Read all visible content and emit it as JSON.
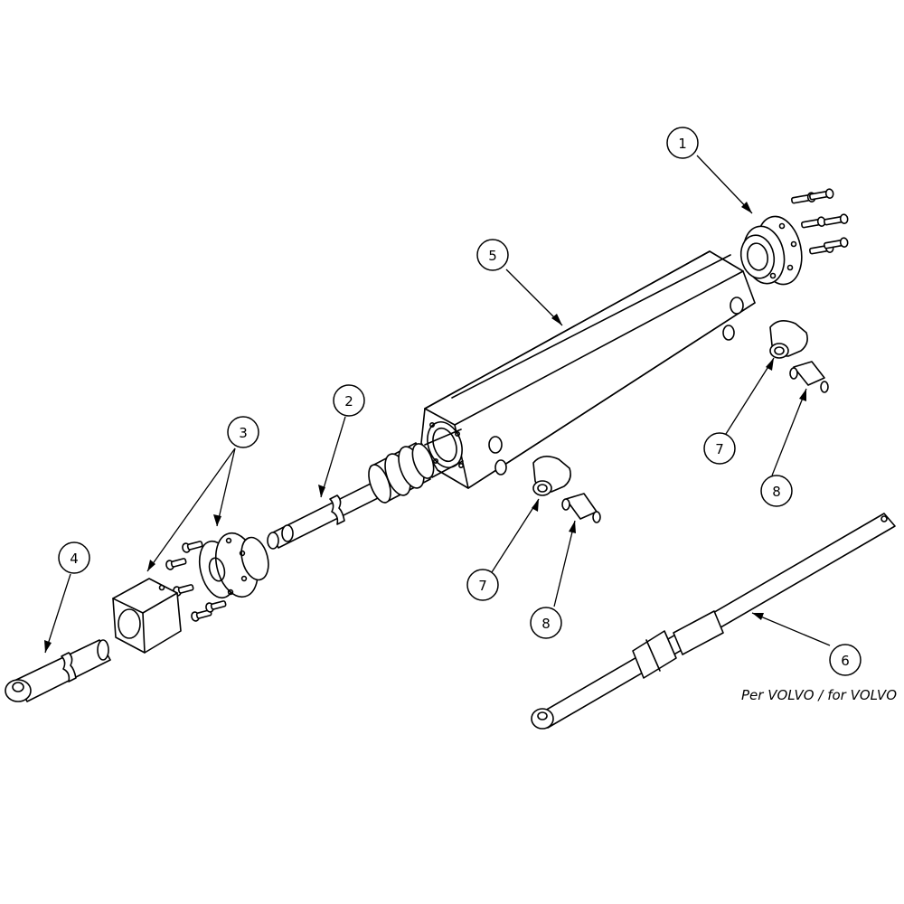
{
  "callouts": [
    {
      "id": "c1",
      "label": "1"
    },
    {
      "id": "c2",
      "label": "2"
    },
    {
      "id": "c3",
      "label": "3"
    },
    {
      "id": "c4",
      "label": "4"
    },
    {
      "id": "c5",
      "label": "5"
    },
    {
      "id": "c6",
      "label": "6"
    },
    {
      "id": "c7a",
      "label": "7"
    },
    {
      "id": "c8a",
      "label": "8"
    },
    {
      "id": "c7b",
      "label": "7"
    },
    {
      "id": "c8b",
      "label": "8"
    }
  ],
  "note": "Per VOLVO / for VOLVO"
}
